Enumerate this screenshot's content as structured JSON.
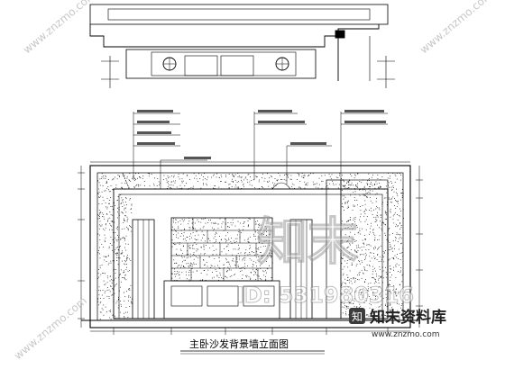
{
  "drawing": {
    "title": "主卧沙发背景墙立面图"
  },
  "watermark": {
    "logo_text": "知末",
    "id_text": "ID: 531980316",
    "brand_text": "知末资料库",
    "site_text": "www.znzmo.com"
  }
}
